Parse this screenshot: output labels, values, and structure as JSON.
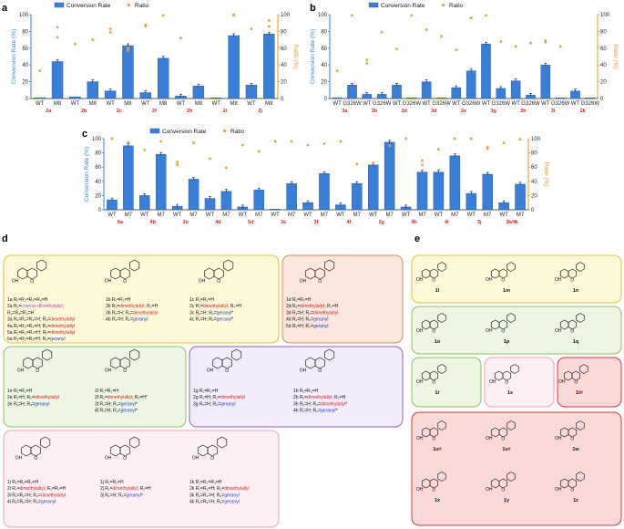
{
  "colors": {
    "bar": "#3a7fd5",
    "bar_edge": "#1d4f99",
    "ratio": "#e8a146",
    "cat": "#d42424",
    "blue_axis": "#3b86d6",
    "orange_axis": "#e29532"
  },
  "legend": {
    "conversion": "Conversion Rate",
    "ratio": "Ratio"
  },
  "axes": {
    "ylabel_left": "Conversion Rate (%)",
    "ylabel_right": "Ratio (%)"
  },
  "panels": {
    "a": "a",
    "b": "b",
    "c": "c",
    "d": "d",
    "e": "e"
  },
  "chart_data": [
    {
      "panel": "a",
      "type": "bar",
      "ylim": [
        0,
        100
      ],
      "x": [
        "WT",
        "M8",
        "WT",
        "M8",
        "WT",
        "M8",
        "WT",
        "M8",
        "WT",
        "M8",
        "WT",
        "M8",
        "WT",
        "M8"
      ],
      "groups": [
        "2a",
        "2b",
        "2c",
        "2f",
        "2h",
        "2i",
        "2j"
      ],
      "series": [
        {
          "name": "Conversion Rate",
          "values": [
            1,
            44,
            2,
            20,
            9,
            63,
            7,
            48,
            3,
            15,
            0,
            75,
            16,
            77
          ]
        },
        {
          "name": "Ratio",
          "values": [
            [
              33
            ],
            [
              73,
              85
            ],
            [
              65
            ],
            [
              70
            ],
            [
              79,
              83
            ],
            [
              57,
              60
            ],
            [
              86,
              88
            ],
            [
              99
            ],
            [
              72
            ],
            [],
            [],
            [
              99,
              100
            ],
            [
              83
            ],
            [
              86,
              93
            ]
          ]
        }
      ]
    },
    {
      "panel": "b",
      "type": "bar",
      "ylim": [
        0,
        100
      ],
      "x": [
        "WT",
        "G326W",
        "WT",
        "G326W",
        "WT",
        "G326W",
        "WT",
        "G326W",
        "WT",
        "G326W",
        "WT",
        "G326W",
        "WT",
        "G326W",
        "WT",
        "G326W",
        "WT",
        "G326W"
      ],
      "groups": [
        "3a",
        "3b",
        "2d",
        "3d",
        "2e",
        "3g",
        "3h",
        "3i",
        "2k"
      ],
      "series": [
        {
          "name": "Conversion Rate",
          "values": [
            1,
            16,
            5,
            5,
            16,
            0,
            20,
            0,
            13,
            33,
            65,
            12,
            21,
            4,
            40,
            0,
            9,
            0
          ]
        },
        {
          "name": "Ratio",
          "values": [
            [
              33
            ],
            [
              99
            ],
            [
              42,
              46
            ],
            [
              79
            ],
            [
              59
            ],
            [
              99
            ],
            [
              82
            ],
            [
              74
            ],
            [
              58
            ],
            [
              96
            ],
            [
              99
            ],
            [
              68
            ],
            [
              62
            ],
            [
              66
            ],
            [
              67,
              69
            ],
            [
              62
            ],
            [],
            []
          ]
        }
      ]
    },
    {
      "panel": "c",
      "type": "bar",
      "ylim": [
        0,
        100
      ],
      "x": [
        "WT",
        "M7",
        "WT",
        "M7",
        "WT",
        "M7",
        "WT",
        "M7",
        "WT",
        "M7",
        "WT",
        "M7",
        "WT",
        "M7",
        "WT",
        "M7",
        "WT",
        "M7",
        "WT",
        "M7",
        "WT",
        "M7",
        "WT",
        "M7",
        "WT",
        "M7"
      ],
      "groups": [
        "6a",
        "4b",
        "3c",
        "4d",
        "5d",
        "3e",
        "3f",
        "4f",
        "2g",
        "4h",
        "4i",
        "3j",
        "3k/4k"
      ],
      "series": [
        {
          "name": "Conversion Rate",
          "values": [
            14,
            90,
            20,
            78,
            5,
            43,
            16,
            26,
            4,
            28,
            1,
            37,
            10,
            51,
            7,
            37,
            63,
            95,
            4,
            53,
            53,
            76,
            23,
            50,
            10,
            36
          ]
        },
        {
          "name": "Ratio",
          "values": [
            [
              100
            ],
            [
              95
            ],
            [
              84
            ],
            [
              96
            ],
            [
              63,
              67
            ],
            [
              94
            ],
            [
              72
            ],
            [
              59
            ],
            [
              91
            ],
            [
              82
            ],
            [
              96
            ],
            [
              96
            ],
            [
              91
            ],
            [
              93
            ],
            [
              96
            ],
            [
              64
            ],
            [
              66
            ],
            [
              90
            ],
            [
              100
            ],
            [
              63,
              69
            ],
            [
              85
            ],
            [
              100
            ],
            [
              100
            ],
            [
              86,
              88
            ],
            [
              94
            ],
            [
              99
            ]
          ]
        }
      ]
    }
  ],
  "structures_d": {
    "box1": {
      "captions": [
        "1a R₁=R₂=R₃=R₄=H",
        "2a R₁=reverse dimethylallyl;",
        "R₂=R₃=R₄=H",
        "3a R₁=R₂=R₃=H; R₄=dimethylallyl",
        "4a R₁=R₂=R₄=H; R₃=dimethylallyl",
        "5a R₁=R₃=R₄=H; R₂=dimethylallyl",
        "6a R₁=R₂=R₃=H; R₄=geranyl"
      ],
      "mid": [
        "1b R₁=R₂=H",
        "2b R₁=dimethylallyl; R₂=H",
        "3b R₁=H; R₂=dimethylallyl",
        "4b R₁=H; R₂=geranyl"
      ],
      "right": [
        "1c R₁=R₂=H",
        "2c R₁=dimethylallyl; R₂=H",
        "3c R₁=H; R₂=geranyl*",
        "4c R₁=H; R₂=geranyl*"
      ]
    },
    "box2": {
      "captions": [
        "1d R₁=R₂=H",
        "2d R₁=dimethylallyl; R₂=H",
        "3d R₁=H; R₂=dimethylallyl",
        "4d R₁=H; R₂=geranyl",
        "5d R₁=H; R₂=geranyl"
      ]
    },
    "box3": {
      "left": [
        "1e R₁=R₂=H",
        "2e R₁=H; R₂=dimethylallyl",
        "3e R₁=H; R₂=geranyl"
      ],
      "right": [
        "1f R₁=R₂=H",
        "2f R₁=dimethylallyl; R₂=H*",
        "3f R₁=H; R₂=geranyl*",
        "4f R₁=H; R₂=geranyl*"
      ]
    },
    "box4": {
      "left": [
        "1g R₁=R₂=H",
        "2g R₁=H; R₂=dimethylallyl",
        "3g R₁=H; R₂=geranyl"
      ],
      "right": [
        "1h R₁=R₂=H",
        "2h R₁=dimethylallyl; R₂=H",
        "3h R₁=H; R₂=dimethylallyl*",
        "4h R₁=H; R₂=geranyl*"
      ]
    },
    "box5": {
      "left": [
        "1i R₁=R₂=R₃=H",
        "2i R₁=dimethylallyl; R₂=R₃=H",
        "3i R₁=R₂=H; R₃=dimethylallyl",
        "4i R₁=R₂=H; R₃=geranyl"
      ],
      "mid": [
        "1j R₁=R₂=H",
        "2j R₁=dimethylallyl; R₂=H",
        "3j R₁=H; R₂=geranyl*"
      ],
      "right": [
        "1k R₁=R₂=R₃=H",
        "2k R₁=R₃=H; R₂=dimethylallyl",
        "3k R₁=R₂=H; R₃=geranyl",
        "4k R₁=R₃=H; R₂=geranyl"
      ]
    }
  },
  "structures_e": {
    "row1": [
      "1l",
      "1m",
      "1n"
    ],
    "row2": [
      "1o",
      "1p",
      "1q"
    ],
    "row3": [
      "1r",
      "1s",
      "1t#"
    ],
    "row4": [
      "1u#",
      "1v#",
      "1w"
    ],
    "row5": [
      "1x",
      "1y",
      "1z"
    ]
  }
}
